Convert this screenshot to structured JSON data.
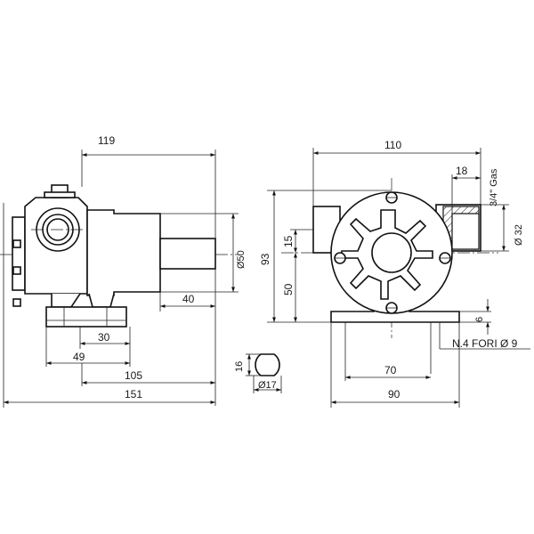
{
  "side_view": {
    "dims": {
      "overall_top": "119",
      "shaft_length": "40",
      "shaft_diameter": "Ø50",
      "foot_inner": "30",
      "foot_outer": "49",
      "bottom_105": "105",
      "bottom_151": "151"
    }
  },
  "front_view": {
    "dims": {
      "width_top": "110",
      "port_offset": "18",
      "thread": "3/4\" Gas",
      "port_diameter": "Ø 32",
      "height": "93",
      "center_offset": "15",
      "center_height": "50",
      "foot_thickness": "6",
      "holes": "N.4 FORI Ø 9",
      "hole_spacing": "70",
      "base_width": "90"
    }
  },
  "shaft_section": {
    "dims": {
      "flat": "16",
      "diameter": "Ø17"
    }
  }
}
